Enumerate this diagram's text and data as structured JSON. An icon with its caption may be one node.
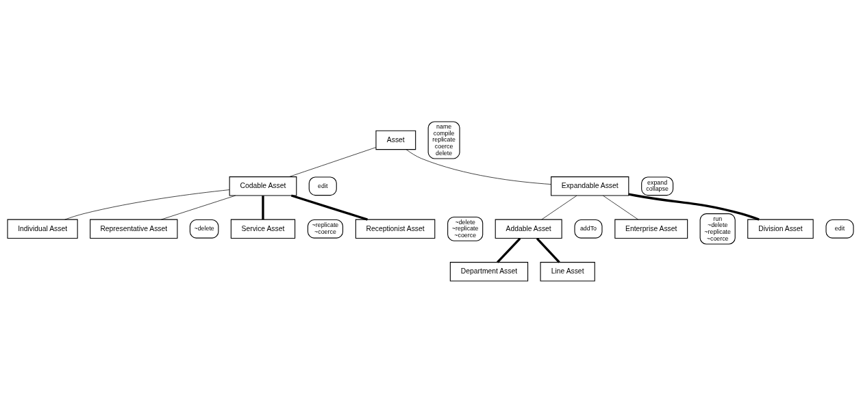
{
  "diagram": {
    "nodes": [
      {
        "text": [
          "Asset"
        ]
      },
      {
        "text": [
          "name",
          "compile",
          "replicate",
          "coerce",
          "delete"
        ]
      },
      {
        "text": [
          "Codable Asset"
        ]
      },
      {
        "text": [
          "edit"
        ]
      },
      {
        "text": [
          "Expandable Asset"
        ]
      },
      {
        "text": [
          "expand",
          "collapse"
        ]
      },
      {
        "text": [
          "Individual Asset"
        ]
      },
      {
        "text": [
          "Representative Asset"
        ]
      },
      {
        "text": [
          "~delete"
        ]
      },
      {
        "text": [
          "Service Asset"
        ]
      },
      {
        "text": [
          "~replicate",
          "~coerce"
        ]
      },
      {
        "text": [
          "Receptionist Asset"
        ]
      },
      {
        "text": [
          "~delete",
          "~replicate",
          "~coerce"
        ]
      },
      {
        "text": [
          "Addable Asset"
        ]
      },
      {
        "text": [
          "addTo"
        ]
      },
      {
        "text": [
          "Enterprise Asset"
        ]
      },
      {
        "text": [
          "run",
          "~delete",
          "~replicate",
          "~coerce"
        ]
      },
      {
        "text": [
          "Division Asset"
        ]
      },
      {
        "text": [
          "edit"
        ]
      },
      {
        "text": [
          "Department Asset"
        ]
      },
      {
        "text": [
          "Line Asset"
        ]
      }
    ],
    "edges": [
      {
        "from": 0,
        "to": 2,
        "arrow": "none"
      },
      {
        "from": 0,
        "to": 4,
        "arrow": "none"
      },
      {
        "from": 2,
        "to": 6,
        "arrow": "none"
      },
      {
        "from": 2,
        "to": 9,
        "arrow": "none",
        "style": "thick"
      },
      {
        "from": 2,
        "to": 7,
        "arrow": "none"
      },
      {
        "from": 2,
        "to": 11,
        "arrow": "none",
        "style": "thick"
      },
      {
        "from": 4,
        "to": 13,
        "arrow": "none"
      },
      {
        "from": 4,
        "to": 15,
        "arrow": "none"
      },
      {
        "from": 4,
        "to": 17,
        "arrow": "none",
        "style": "thick"
      },
      {
        "from": 13,
        "to": 19,
        "arrow": "none",
        "style": "thick"
      },
      {
        "from": 13,
        "to": 20,
        "arrow": "none",
        "style": "thick"
      }
    ]
  }
}
